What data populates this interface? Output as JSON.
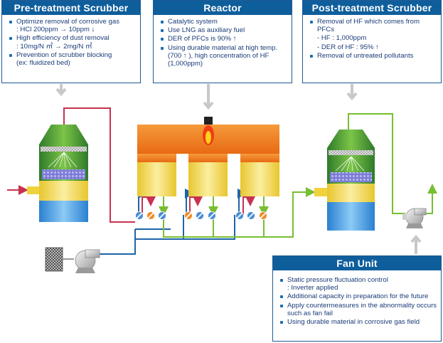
{
  "pre_scrubber": {
    "title": "Pre-treatment Scrubber",
    "items": [
      {
        "text": "Optimize removal of corrosive gas",
        "sub": ": HCl 200ppm → 10ppm ↓"
      },
      {
        "text": "High efficiency of dust removal",
        "sub": ": 10mg/N ㎥ → 2mg/N ㎥"
      },
      {
        "text": "Prevention of scrubber blocking",
        "sub": "(ex: fluidized bed)"
      }
    ]
  },
  "reactor": {
    "title": "Reactor",
    "items": [
      {
        "text": "Catalytic system"
      },
      {
        "text": "Use LNG as auxiliary fuel"
      },
      {
        "text": "DER of PFCs is 90% ↑"
      },
      {
        "text": "Using durable material at high temp.",
        "sub": "(700 ↑ ), high concentration of HF (1,000ppm)"
      }
    ]
  },
  "post_scrubber": {
    "title": "Post-treatment Scrubber",
    "items": [
      {
        "text": "Removal of HF which comes from PFCs"
      },
      {
        "text": "- HF : 1,000ppm",
        "plain": true
      },
      {
        "text": "- DER of HF : 95% ↑",
        "plain": true
      },
      {
        "text": "Removal of untreated pollutants"
      }
    ]
  },
  "fan_unit": {
    "title": "Fan Unit",
    "items": [
      {
        "text": "Static pressure fluctuation control",
        "sub": ": Inverter applied"
      },
      {
        "text": "Additional capacity in preparation for  the  future"
      },
      {
        "text": "Apply countermeasures in the abnormality  occurs",
        "sub": "such as fan fail"
      },
      {
        "text": "Using durable material in corrosive gas field"
      }
    ]
  },
  "colors": {
    "title_bar": "#0f5e9c",
    "gas_line": "#c83250",
    "water_line": "#1e64aa",
    "clean_line": "#78be32",
    "reactor_top": "#f07d1e",
    "reactor_cell": "#f0d23c",
    "scrubber_green": "#4a9a3a",
    "scrubber_blue": "#3c9ae6"
  }
}
